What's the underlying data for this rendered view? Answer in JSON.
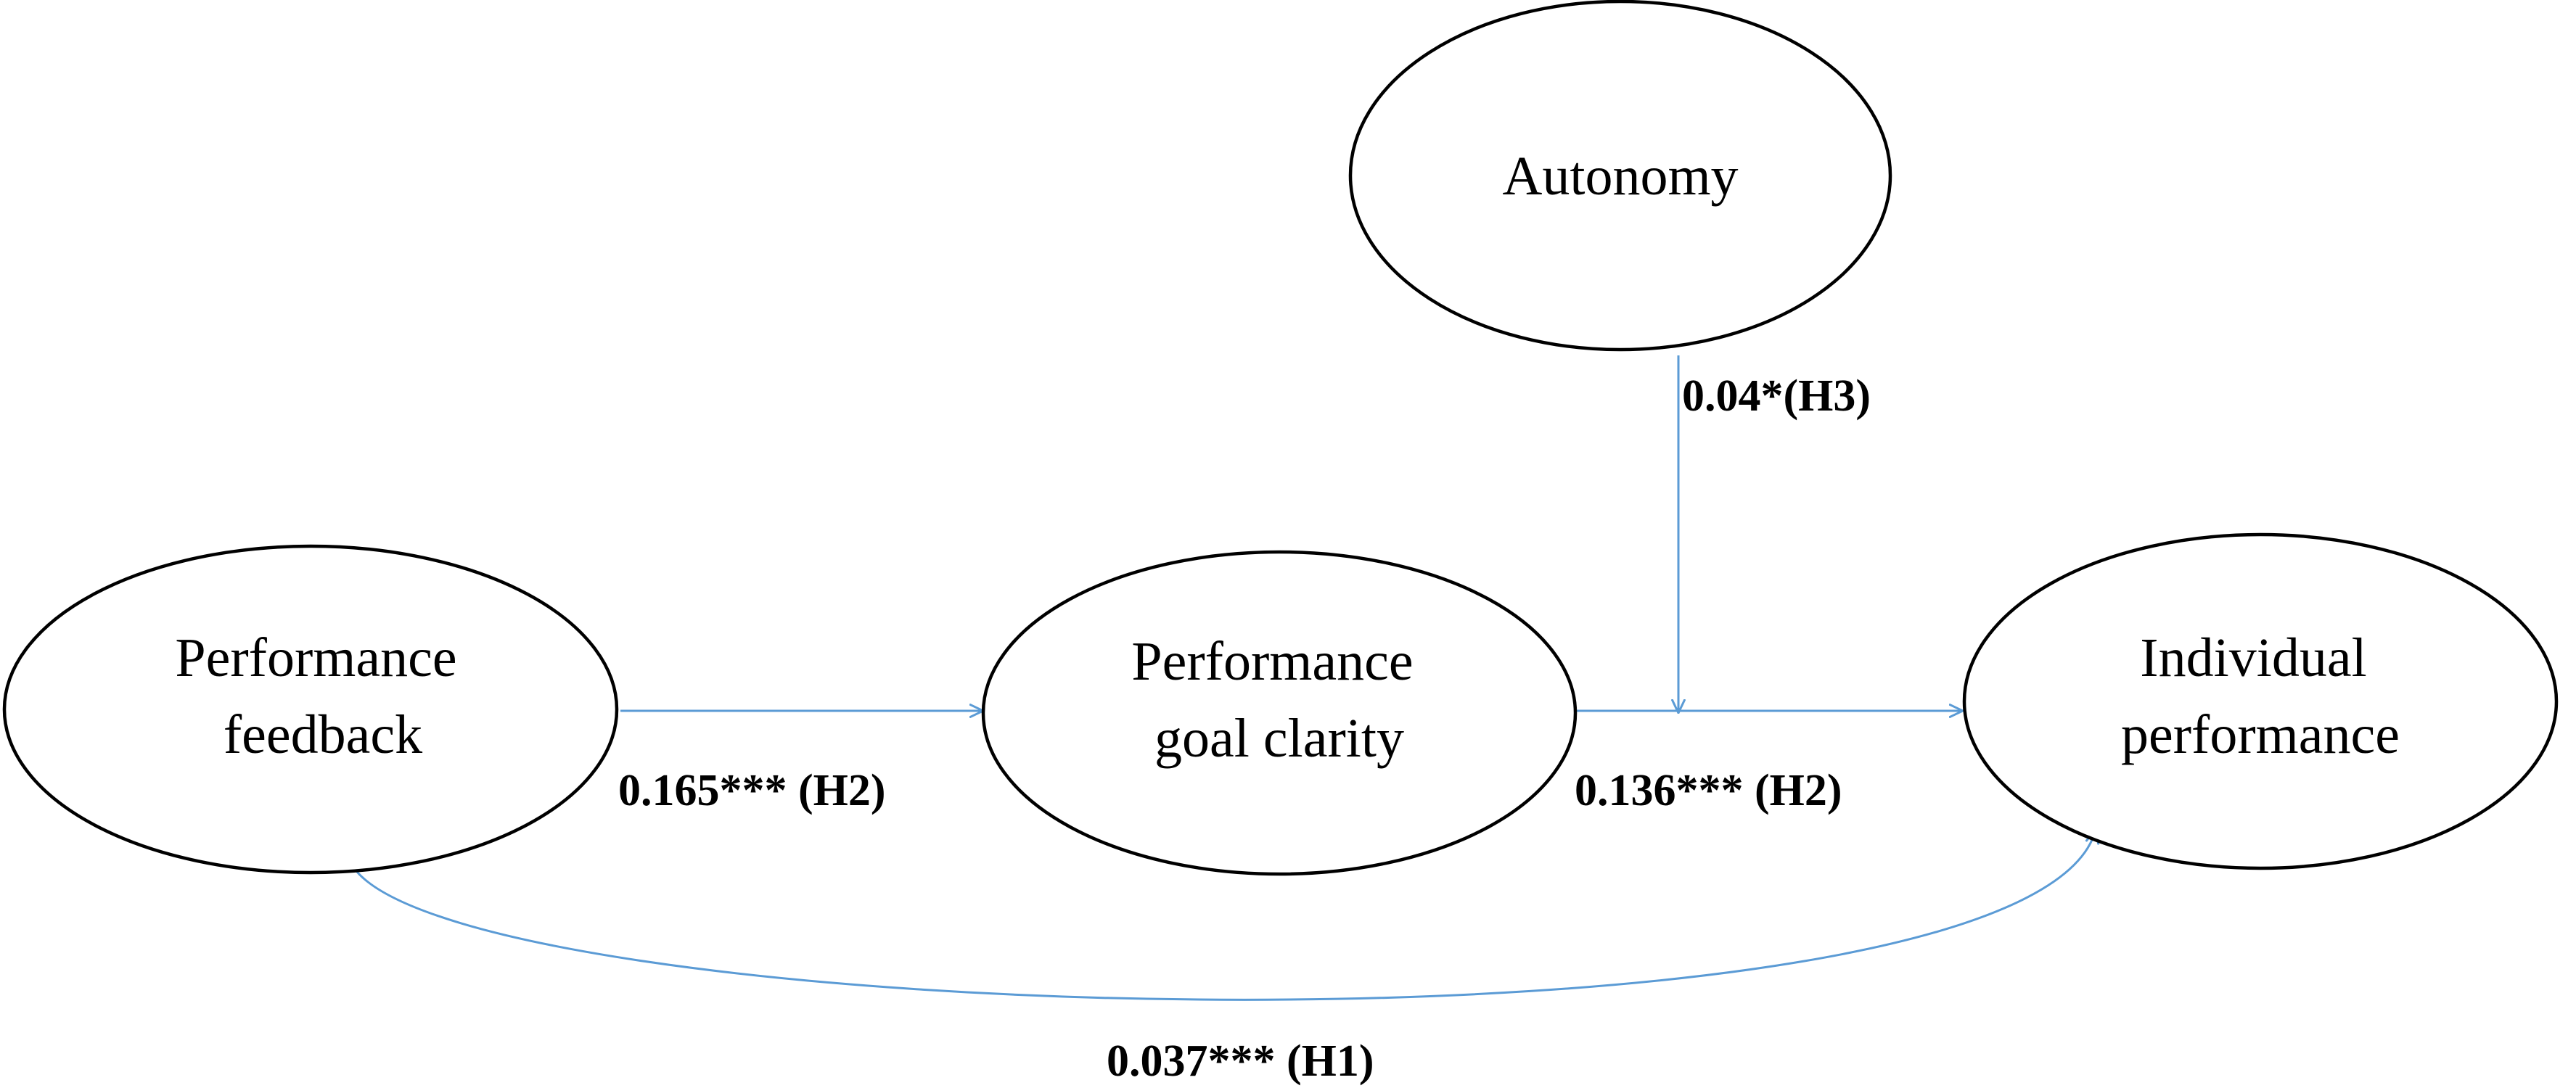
{
  "colors": {
    "edge": "#5b9bd5",
    "node_stroke": "#000000",
    "background": "#ffffff"
  },
  "nodes": {
    "autonomy": {
      "lines": [
        "Autonomy"
      ]
    },
    "performance_feedback": {
      "lines": [
        "Performance",
        "feedback"
      ]
    },
    "performance_goal_clarity": {
      "lines": [
        "Performance",
        "goal clarity"
      ]
    },
    "individual_performance": {
      "lines": [
        "Individual",
        "performance"
      ]
    }
  },
  "edges": {
    "feedback_to_clarity": {
      "from": "Performance feedback",
      "to": "Performance goal clarity",
      "label": "0.165*** (H2)"
    },
    "clarity_to_individual": {
      "from": "Performance goal clarity",
      "to": "Individual performance",
      "label": "0.136*** (H2)"
    },
    "autonomy_moderation": {
      "from": "Autonomy",
      "to": "Performance goal clarity → Individual performance",
      "label": "0.04*(H3)"
    },
    "feedback_to_individual": {
      "from": "Performance feedback",
      "to": "Individual performance",
      "label": "0.037*** (H1)"
    }
  }
}
